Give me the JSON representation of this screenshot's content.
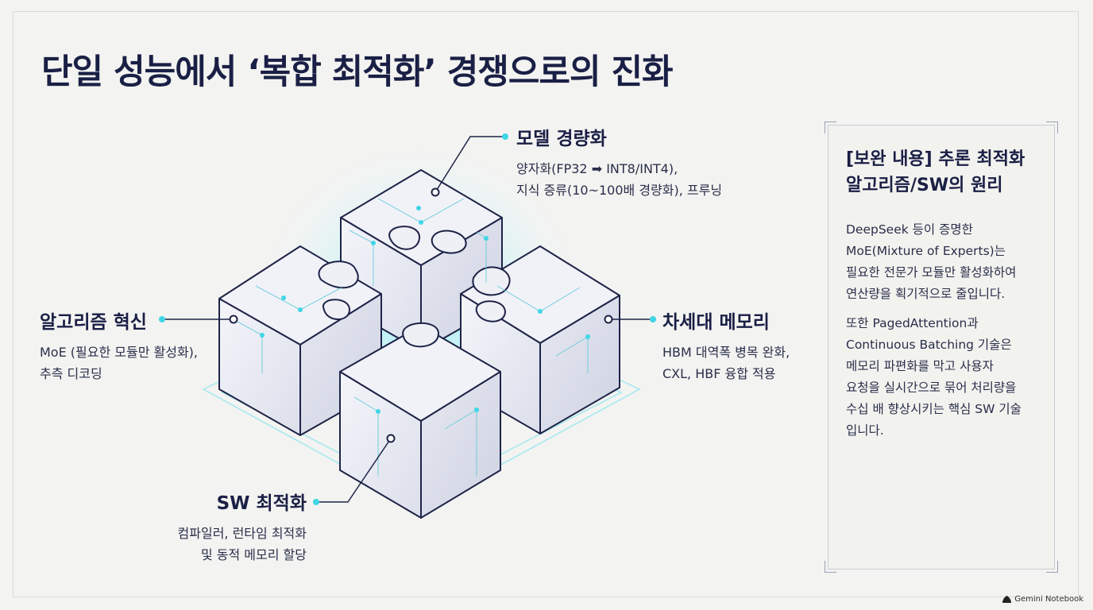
{
  "title": "단일 성능에서 ‘복합 최적화’ 경쟁으로의 진화",
  "nodes": {
    "top": {
      "title": "모델 경량화",
      "line1": "양자화(FP32 ➡ INT8/INT4),",
      "line2": "지식 증류(10~100배 경량화), 프루닝"
    },
    "left": {
      "title": "알고리즘 혁신",
      "line1": "MoE (필요한 모듈만 활성화),",
      "line2": "추측 디코딩"
    },
    "right": {
      "title": "차세대 메모리",
      "line1": "HBM 대역폭 병목 완화,",
      "line2": "CXL, HBF 융합 적용"
    },
    "bottom": {
      "title": "SW 최적화",
      "line1": "컴파일러, 런타임 최적화",
      "line2": "및 동적 메모리 할당"
    }
  },
  "panel": {
    "heading": "[보완 내용] 추론 최적화\n알고리즘/SW의 원리",
    "paragraph1": "DeepSeek 등이 증명한\nMoE(Mixture of Experts)는\n필요한 전문가 모듈만 활성화하여\n연산량을 획기적으로 줄입니다.",
    "paragraph2": "또한 PagedAttention과\nContinuous Batching 기술은\n메모리 파편화를 막고 사용자\n요청을 실시간으로 묶어 처리량을\n수십 배 향상시키는 핵심 SW 기술\n입니다."
  },
  "watermark": "Gemini Notebook",
  "colors": {
    "title": "#1a1f45",
    "accent": "#3fd6e6",
    "cube_outline": "#1e2447",
    "cube_face": "#e8e9f2"
  }
}
